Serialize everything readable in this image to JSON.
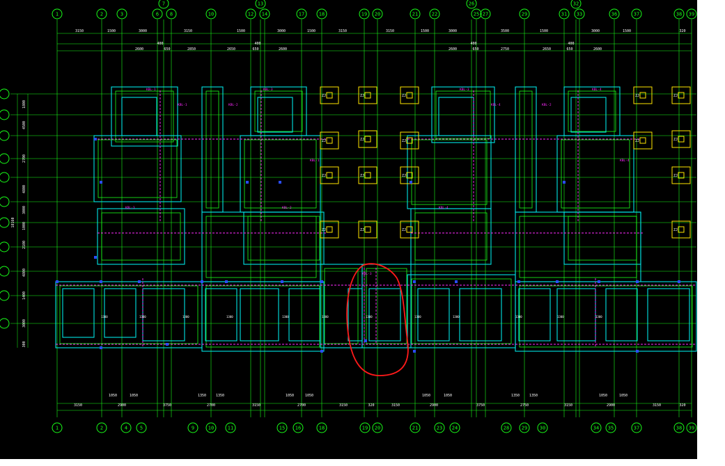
{
  "drawing": {
    "background": "#000000",
    "colors": {
      "grid": "#19ff19",
      "wall": "#00e5e5",
      "beam": "#ff2bff",
      "pile": "#ffe600",
      "column": "#2a4cff",
      "callout": "#ff1a1a",
      "text": "#ffffff"
    },
    "top_axes": [
      "1",
      "2",
      "3",
      "7",
      "6",
      "8",
      "10",
      "12",
      "13",
      "14",
      "17",
      "18",
      "19",
      "20",
      "21",
      "22",
      "26",
      "25",
      "27",
      "29",
      "31",
      "32",
      "33",
      "36",
      "37",
      "38",
      "39"
    ],
    "bottom_axes": [
      "1",
      "2",
      "4",
      "5",
      "9",
      "10",
      "11",
      "15",
      "16",
      "18",
      "19",
      "20",
      "21",
      "23",
      "24",
      "28",
      "29",
      "30",
      "34",
      "35",
      "37",
      "38",
      "39"
    ],
    "left_axes": [
      "",
      "",
      "",
      "",
      "",
      "",
      "",
      "",
      "",
      "",
      ""
    ],
    "top_dims_row1": [
      "3150",
      "1500",
      "3000",
      "3150",
      "1500",
      "3000",
      "1500",
      "3150",
      "3150",
      "1500",
      "3000",
      "3500",
      "1500",
      "3000",
      "1500",
      "320"
    ],
    "top_dims_row2": [
      "2600",
      "650",
      "2850",
      "2650",
      "650",
      "2600",
      "2600",
      "650",
      "2750",
      "2650",
      "650",
      "2600"
    ],
    "top_dims_row2_small": [
      "400",
      "400",
      "400",
      "400"
    ],
    "bottom_dims_row1": [
      "1050",
      "1050",
      "1350",
      "1350",
      "1050",
      "1050",
      "1050",
      "1050",
      "1350",
      "1350",
      "1050",
      "1050"
    ],
    "bottom_dims_row2": [
      "3150",
      "2900",
      "3750",
      "2700",
      "3150",
      "2700",
      "3150",
      "320",
      "3150",
      "2900",
      "3750",
      "2750",
      "3150",
      "2900",
      "3150",
      "320"
    ],
    "left_dims": [
      "1800",
      "4500",
      "2700",
      "4800",
      "3000",
      "1000",
      "2100",
      "4800",
      "1400",
      "3000",
      "300"
    ],
    "left_total": "18160",
    "pile_labels": [
      "ZJ",
      "ZJ",
      "ZJ",
      "ZJ",
      "ZJ",
      "ZJ",
      "ZJ",
      "ZJ",
      "ZJ",
      "ZJ",
      "ZJ",
      "ZJ",
      "ZJ",
      "ZJ",
      "ZJ",
      "ZJ",
      "ZJ",
      "ZJ"
    ],
    "beam_tags": [
      "KBL-1",
      "KBL-1",
      "KBL-2",
      "KBL-3",
      "KBL-3",
      "KBL-1",
      "KBL-2",
      "KBL-3",
      "KBL-3",
      "KBL-4",
      "KBL-2",
      "KBL-4",
      "KBL-4",
      "KBL-4"
    ],
    "wall_dim_labels": [
      "1300",
      "1300",
      "1300",
      "1300",
      "1300",
      "1300",
      "1300",
      "1300",
      "1300",
      "1300",
      "1300",
      "1300"
    ]
  }
}
